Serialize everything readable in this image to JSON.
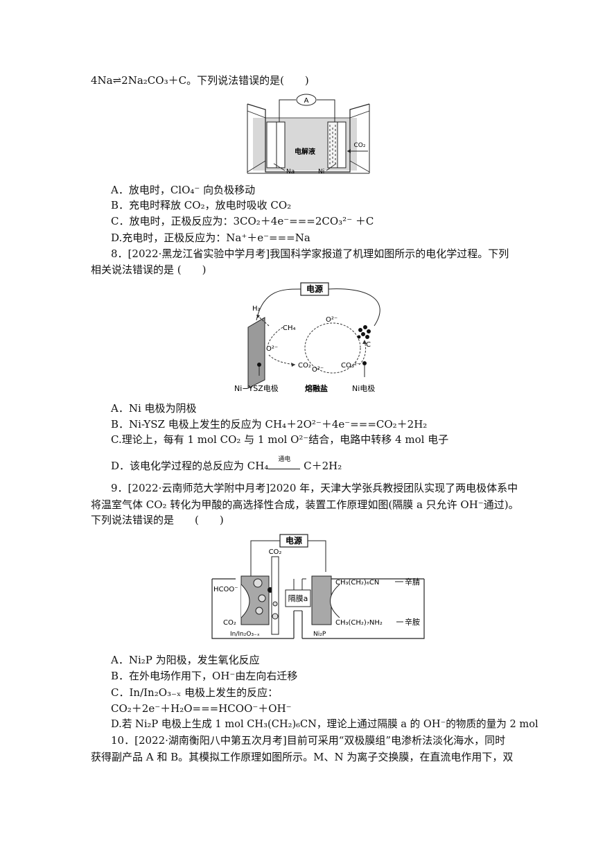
{
  "q7": {
    "stem_tail": "4Na⇌2Na₂CO₃＋C。下列说法错误的是(　　)",
    "fig": {
      "ammeter": "A",
      "electrolyte": "电解液",
      "co2": "CO₂",
      "na": "Na",
      "ni": "Ni"
    },
    "options": [
      "A．放电时，ClO₄⁻ 向负极移动",
      "B．充电时释放 CO₂，放电时吸收 CO₂",
      "C．放电时，正极反应为：3CO₂＋4e⁻===2CO₃²⁻ ＋C",
      "D.充电时，正极反应为：Na⁺＋e⁻===Na"
    ]
  },
  "q8": {
    "stem1": "8．[2022·黑龙江省实验中学月考]我国科学家报道了机理如图所示的电化学过程。下列",
    "stem2": "相关说法错误的是 (　　)",
    "fig": {
      "power": "电源",
      "h2": "H₂",
      "ch4": "CH₄",
      "o2_top": "O²⁻",
      "o2_left": "O²⁻",
      "o2_bottom": "O²⁻",
      "co2": "CO₂",
      "co3": "CO₃²⁻",
      "c": "C",
      "label_left": "Ni−YSZ电极",
      "label_mid": "熔融盐",
      "label_right": "Ni电极"
    },
    "options": [
      "A．Ni 电极为阴极",
      "B．Ni-YSZ 电极上发生的反应为 CH₄＋2O²⁻＋4e⁻===CO₂＋2H₂",
      "C.理论上，每有 1 mol CO₂ 与 1 mol O²⁻结合，电路中转移 4 mol 电子",
      "D．该电化学过程的总反应为 CH₄",
      "通电",
      " C＋2H₂"
    ]
  },
  "q9": {
    "stem1": "9．[2022·云南师范大学附中月考]2020 年，天津大学张兵教授团队实现了两电极体系中",
    "stem2": "将温室气体 CO₂ 转化为甲酸的高选择性合成，装置工作原理如图(隔膜 a 只允许 OH⁻通过)。",
    "stem3": "下列说法错误的是　　(　　)",
    "fig": {
      "power": "电源",
      "co2_top": "CO₂",
      "hcoo": "HCOO⁻",
      "co2_left": "CO₂",
      "membrane": "隔膜a",
      "octanenitrile_formula": "CH₃(CH₂)₆CN",
      "octanenitrile": "辛腈",
      "octylamine_formula": "CH₃(CH₂)₇NH₂",
      "octylamine": "辛胺",
      "in_electrode": "In/In₂O₃₋ₓ",
      "ni2p": "Ni₂P"
    },
    "options": [
      "A．Ni₂P 为阳极，发生氧化反应",
      "B．在外电场作用下，OH⁻由左向右迁移",
      "C．In/In₂O₃₋ₓ 电极上发生的反应：",
      "CO₂＋2e⁻＋H₂O===HCOO⁻＋OH⁻",
      "D.若 Ni₂P 电极上生成 1 mol CH₃(CH₂)₆CN，理论上通过隔膜 a 的 OH⁻的物质的量为 2 mol"
    ]
  },
  "q10": {
    "stem1": "10．[2022·湖南衡阳八中第五次月考]目前可采用“双极膜组”电渗析法淡化海水，同时",
    "stem2": "获得副产品 A 和 B。其模拟工作原理如图所示。M、N 为离子交换膜，在直流电作用下，双"
  }
}
